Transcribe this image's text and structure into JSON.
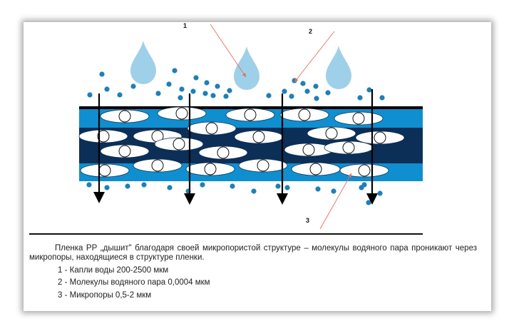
{
  "labels": {
    "marker_1": "1",
    "marker_2": "2",
    "marker_3": "3"
  },
  "caption": {
    "paragraph": "Пленка РР „дышит\" благодаря своей микропористой структуре – молекулы водяного пара проникают через микропоры, находящиеся в структуре пленки.",
    "legend": [
      "1 - Капли воды 200-2500 мкм",
      "2 - Молекулы водяного пара 0,0004 мкм",
      "3 - Микропоры 0,5-2 мкм"
    ]
  },
  "colors": {
    "drop": "#9fd0ea",
    "molecule": "#1f7fb8",
    "layer_light": "#0f8fcf",
    "layer_dark": "#0b2f57",
    "pointer_line": "#e07060"
  }
}
